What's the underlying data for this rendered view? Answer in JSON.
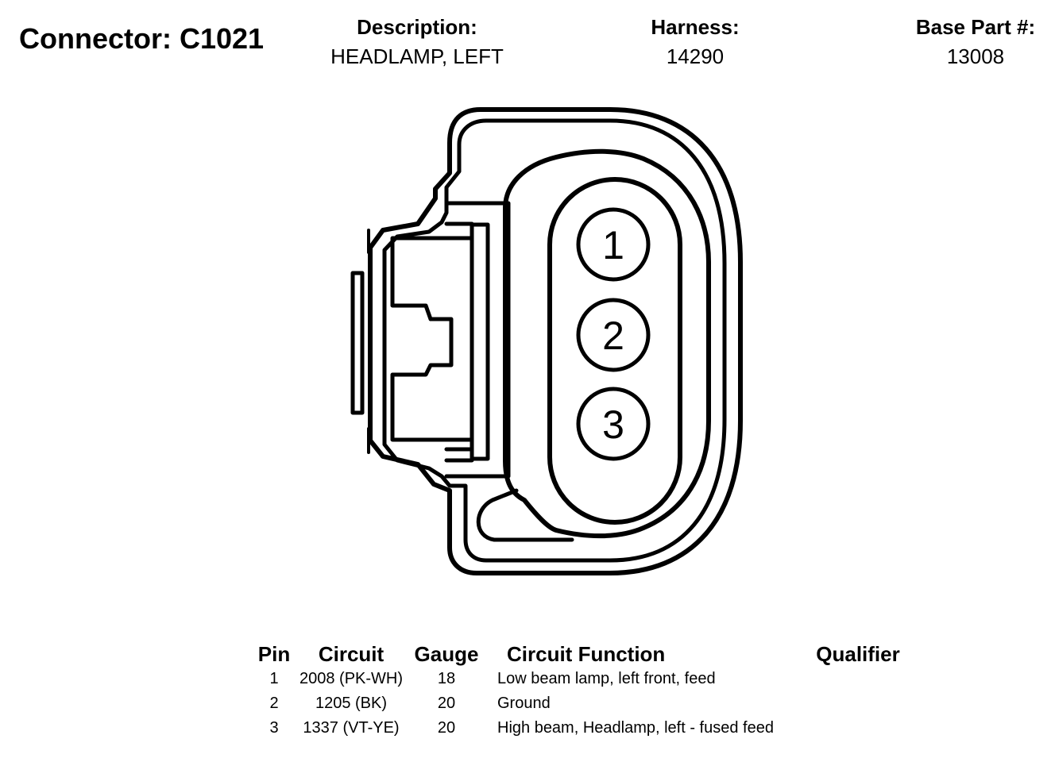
{
  "connector": {
    "title": "Connector: C1021",
    "description_label": "Description:",
    "description_value": "HEADLAMP, LEFT",
    "harness_label": "Harness:",
    "harness_value": "14290",
    "base_part_label": "Base Part #:",
    "base_part_value": "13008"
  },
  "diagram": {
    "pins": [
      "1",
      "2",
      "3"
    ]
  },
  "table": {
    "headers": {
      "pin": "Pin",
      "circuit": "Circuit",
      "gauge": "Gauge",
      "function": "Circuit Function",
      "qualifier": "Qualifier"
    },
    "rows": [
      {
        "pin": "1",
        "circuit": "2008 (PK-WH)",
        "gauge": "18",
        "function": "Low beam lamp, left front, feed",
        "qualifier": ""
      },
      {
        "pin": "2",
        "circuit": "1205 (BK)",
        "gauge": "20",
        "function": "Ground",
        "qualifier": ""
      },
      {
        "pin": "3",
        "circuit": "1337 (VT-YE)",
        "gauge": "20",
        "function": "High beam, Headlamp, left - fused feed",
        "qualifier": ""
      }
    ]
  }
}
